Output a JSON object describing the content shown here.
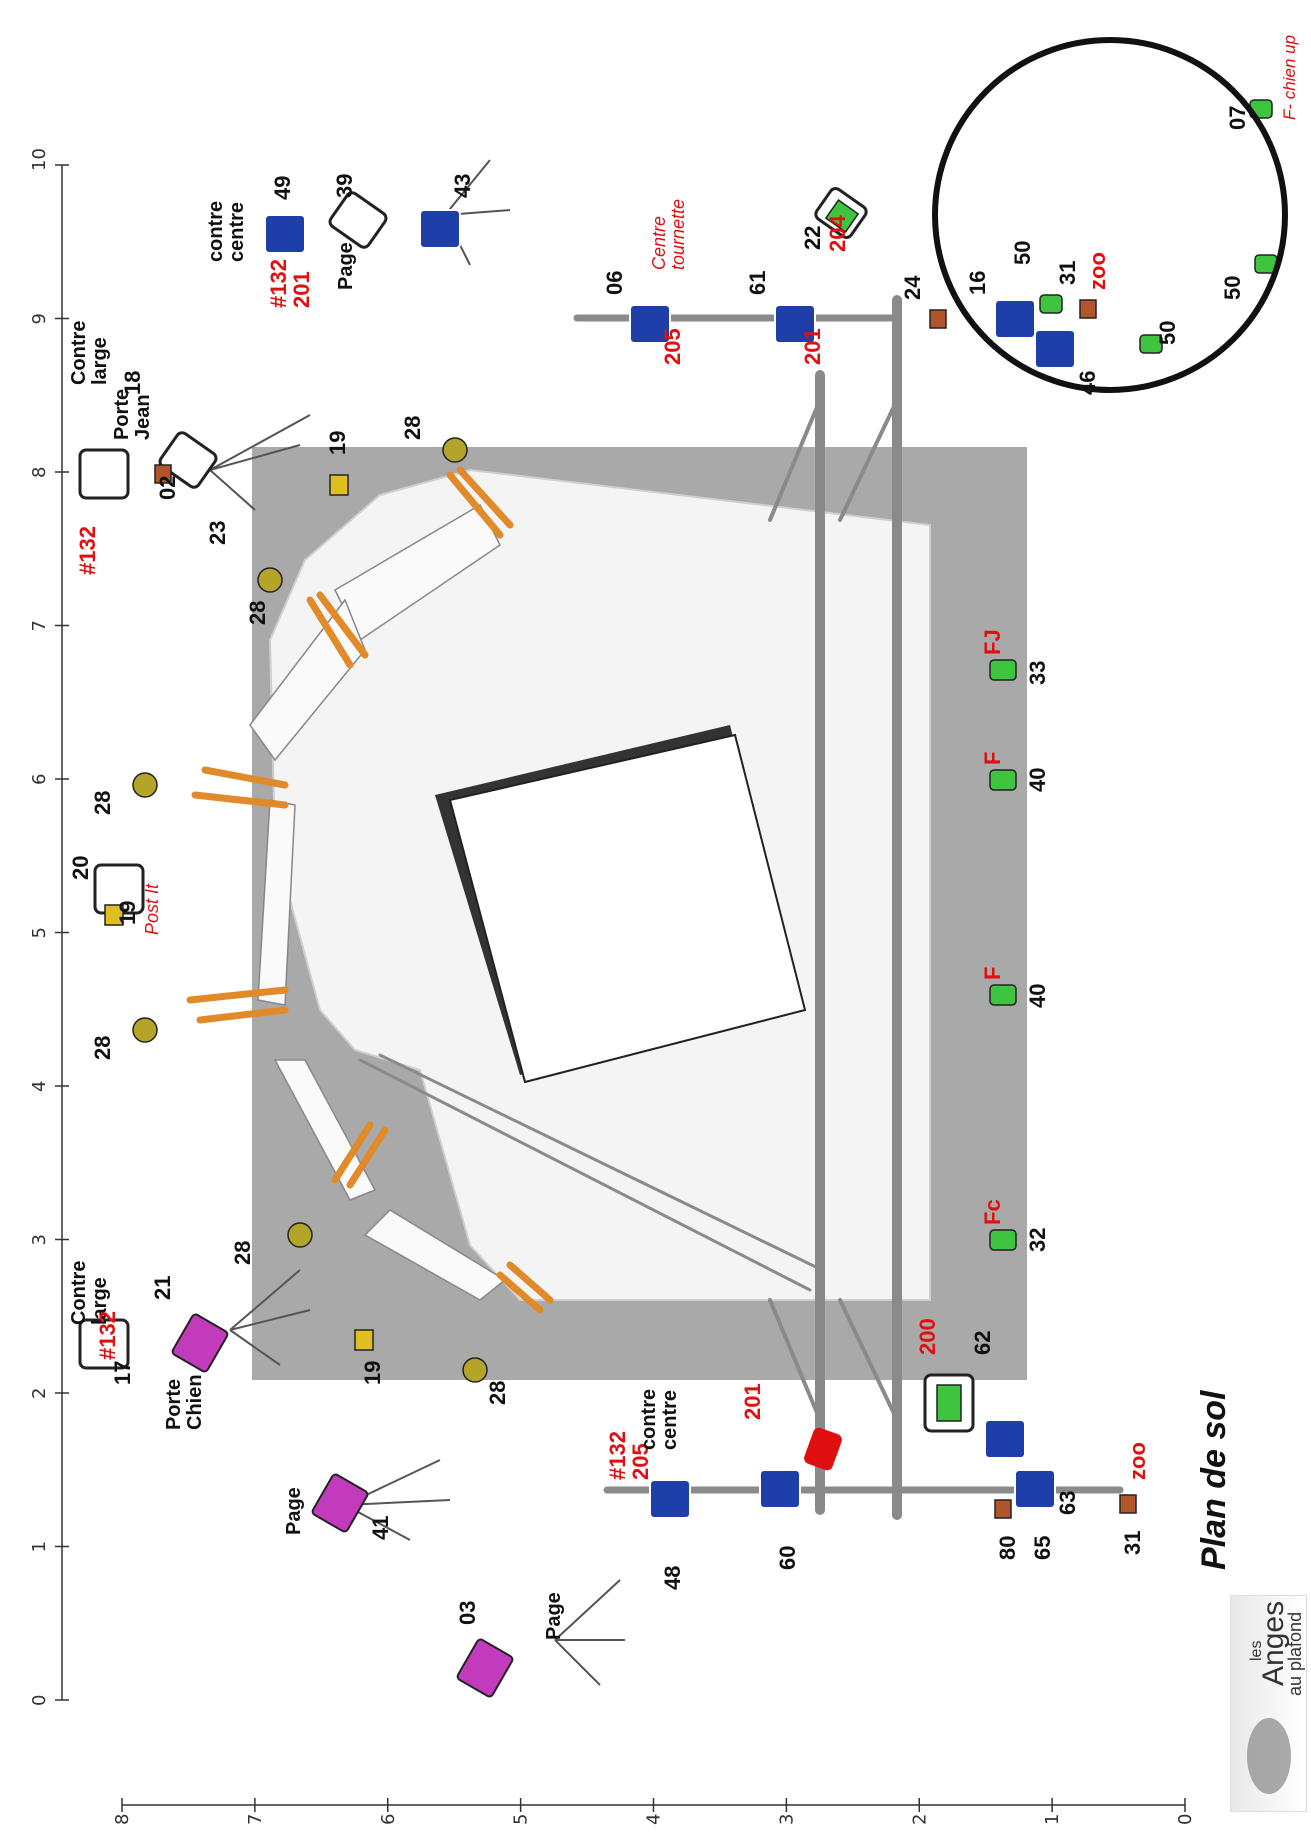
{
  "title": "Plan de sol",
  "logo": {
    "text_small": "les",
    "text_big": "Anges",
    "text_sub": "au plafond"
  },
  "axis_top": [
    "0",
    "1",
    "2",
    "3",
    "4",
    "5",
    "6",
    "7",
    "8",
    "9",
    "10"
  ],
  "axis_left": [
    "0",
    "1",
    "2",
    "3",
    "4",
    "5",
    "6",
    "7",
    "8"
  ],
  "colors": {
    "stage_gray": "#a9a9a9",
    "stage_floor": "#f4f4f4",
    "pipe": "#8a8a8a",
    "accent_red": "#e01010",
    "blue": "#1e3fa8",
    "green": "#3ec43e",
    "magenta": "#c23bbd",
    "orange": "#e08a2a",
    "olive": "#b5a42a"
  },
  "labels": {
    "contre_centre_top": "contre\ncentre",
    "n49": "49",
    "n39": "39",
    "page_top": "Page",
    "n43": "43",
    "r132_201_top": "#132\n201",
    "contre_large_top": "Contre\nlarge",
    "n18": "18",
    "porte_jean": "Porte\nJean",
    "r132_top": "#132",
    "n02": "02",
    "n23": "23",
    "n19_a": "19",
    "n28_a": "28",
    "n28_b": "28",
    "n28_c": "28",
    "n28_d": "28",
    "n28_e": "28",
    "n28_f": "28",
    "n20": "20",
    "post_it": "Post It",
    "n19_b": "19",
    "n19_c": "19",
    "contre_large_bot": "Contre\nlarge",
    "r132_bot": "#132",
    "n21": "21",
    "n17": "17",
    "porte_chien": "Porte\nChien",
    "page_41": "Page",
    "n41": "41",
    "n03": "03",
    "page_03": "Page",
    "centre_tournette": "Centre\ntournette",
    "n06": "06",
    "r205_top": "205",
    "n61": "61",
    "r201_mid": "201",
    "n22": "22",
    "r204": "204",
    "n24": "24",
    "n16": "16",
    "n50_a": "50",
    "n31_top": "31",
    "zoo_top": "zoo",
    "n46": "46",
    "n50_b": "50",
    "n50_c": "50",
    "n07": "07",
    "f_chien_up": "F- chien up",
    "fj": "FJ",
    "n33": "33",
    "f1": "F",
    "n40_a": "40",
    "f2": "F",
    "n40_b": "40",
    "fc": "Fc",
    "n32": "32",
    "r200": "200",
    "n62": "62",
    "r132_205_bot": "#132\n205",
    "contre_centre_bot": "contre\ncentre",
    "n48": "48",
    "r201_bot": "201",
    "n60": "60",
    "n80": "80",
    "n65": "65",
    "n63": "63",
    "n31_bot": "31",
    "zoo_bot": "zoo"
  }
}
